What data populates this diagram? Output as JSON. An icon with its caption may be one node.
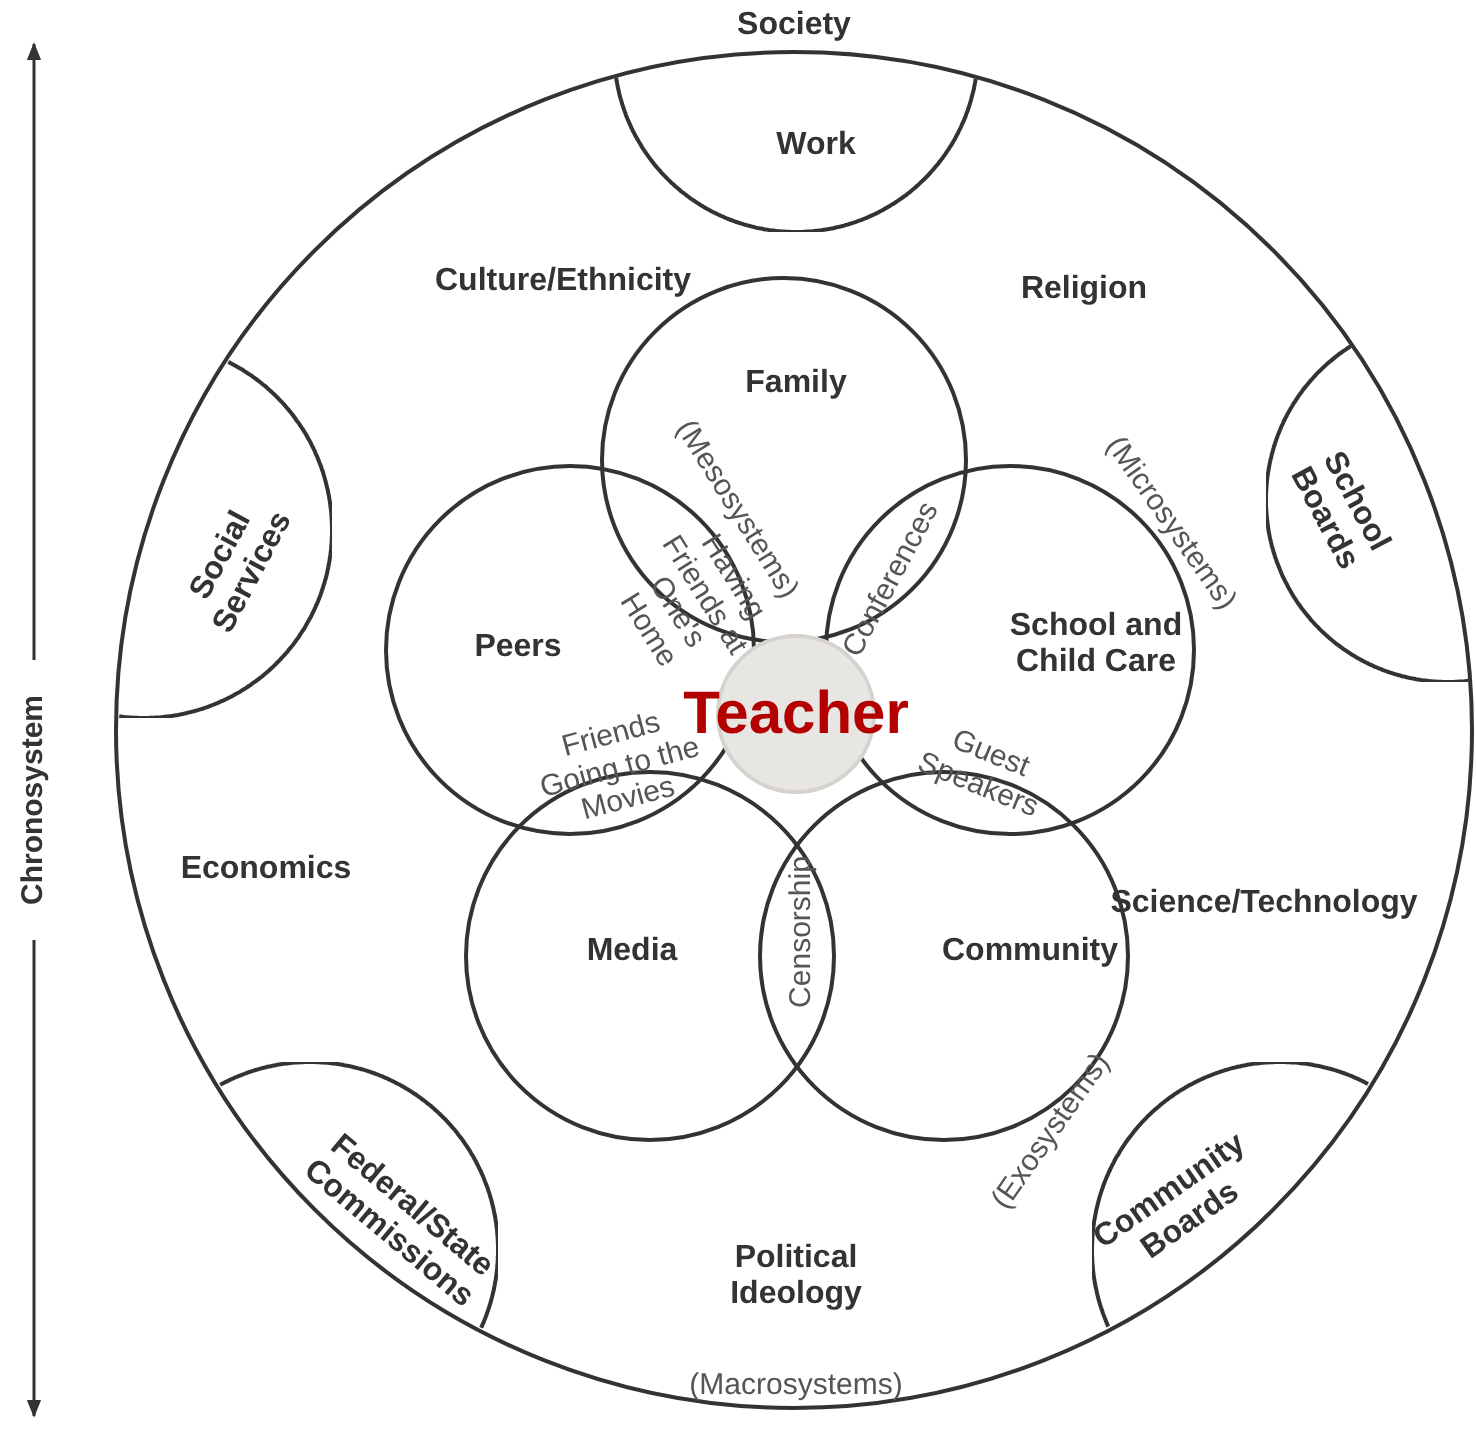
{
  "diagram": {
    "nodes": [
      {
        "text": [
          "Society"
        ]
      },
      {
        "text": [
          "Work"
        ],
        "in": 0
      },
      {
        "text": [
          "School Boards"
        ],
        "in": 0
      },
      {
        "text": [
          "Social Services"
        ],
        "in": 0
      },
      {
        "text": [
          "Family"
        ],
        "in": 0
      },
      {
        "text": [
          "Peers"
        ],
        "in": 0
      },
      {
        "text": [
          "School and Child Care"
        ],
        "in": 0
      },
      {
        "text": [
          "Teacher"
        ],
        "in": 0
      },
      {
        "text": [
          "Media"
        ],
        "in": 0
      },
      {
        "text": [
          "Community"
        ],
        "in": 0
      },
      {
        "text": [
          "Community Boards"
        ],
        "in": 0
      },
      {
        "text": [
          "Federal/State Commissions"
        ],
        "in": 0
      }
    ],
    "edges": [],
    "labels": [
      "Culture/Ethnicity",
      "Religion",
      "(Mesosystems)",
      "(Microsystems)",
      "Having Friends at One's Home",
      "Conferences",
      "Chronosystem",
      "Friends Going to the Movies",
      "Guest Speakers",
      "Economics",
      "Censorship",
      "Science/Technology",
      "(Exosystems)",
      "Political Ideology",
      "(Macrosystems)"
    ]
  }
}
